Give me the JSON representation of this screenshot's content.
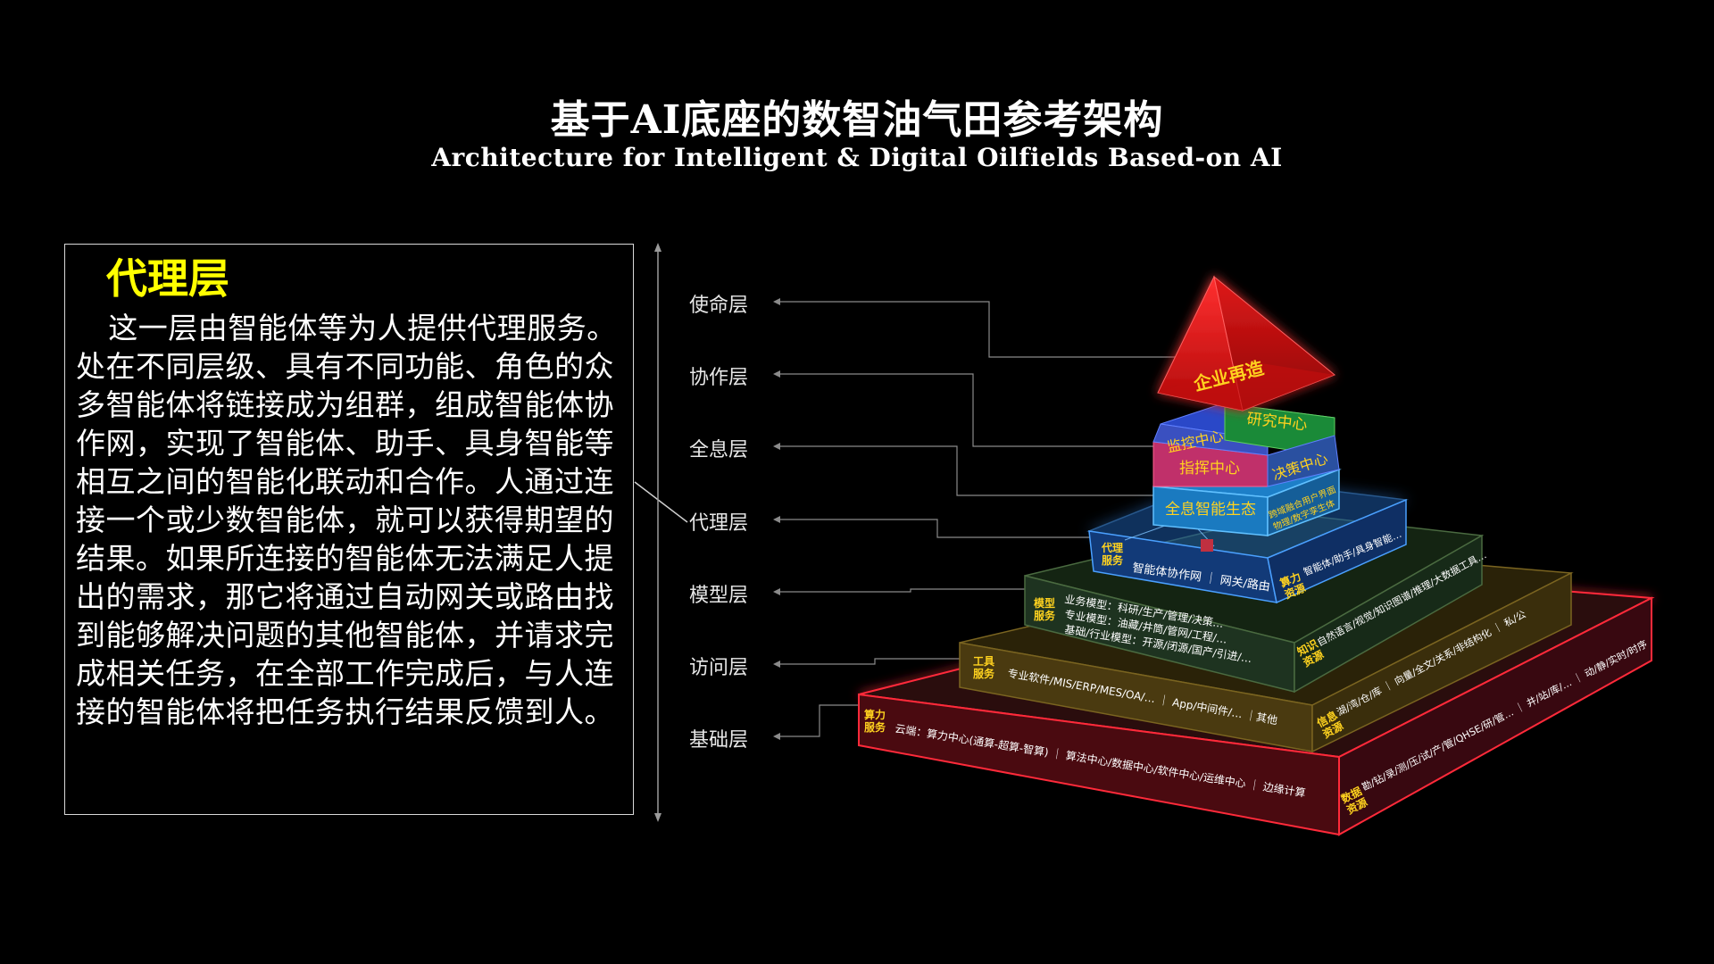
{
  "title_zh": "基于AI底座的数智油气田参考架构",
  "title_en": "Architecture for Intelligent & Digital Oilfields Based-on AI",
  "description": {
    "heading": "代理层",
    "body": "这一层由智能体等为人提供代理服务。处在不同层级、具有不同功能、角色的众多智能体将链接成为组群，组成智能体协作网，实现了智能体、助手、具身智能等相互之间的智能化联动和合作。人通过连接一个或少数智能体，就可以获得期望的结果。如果所连接的智能体无法满足人提出的需求，那它将通过自动网关或路由找到能够解决问题的其他智能体，并请求完成相关任务，在全部工作完成后，与人连接的智能体将把任务执行结果反馈到人。"
  },
  "layers": [
    "使命层",
    "协作层",
    "全息层",
    "代理层",
    "模型层",
    "访问层",
    "基础层"
  ],
  "pyramid": {
    "apex": "企业再造",
    "collab": [
      "监控中心",
      "研究中心",
      "指挥中心",
      "决策中心"
    ],
    "holo": [
      "全息智能生态",
      "物理/数字孪生体",
      "跨域融合用户界面"
    ],
    "agent_tag": "代理\n服务",
    "agent_text": "智能体协作网 ｜ 网关/路由",
    "compute_tag": "算力\n资源",
    "compute_text": "智能体/助手/具身智能…",
    "model_tag": "模型\n服务",
    "model_lines": [
      "业务模型：科研/生产/管理/决策…",
      "专业模型：油藏/井筒/管网/工程/…",
      "基础/行业模型：开源/闭源/国产/引进/…"
    ],
    "knowledge_tag": "知识\n资源",
    "knowledge_text": "自然语言/视觉/知识图谱/推理/大数据工具…",
    "tool_tag": "工具\n服务",
    "tool_text": "专业软件/MIS/ERP/MES/OA/… ｜ App/中间件/… ｜其他",
    "info_tag": "信息\n资源",
    "info_text": "湖/湾/仓/库 ｜ 向量/全文/关系/非结构化 ｜ 私/公",
    "infra_tag": "算力\n服务",
    "infra_text": "云端：算力中心(通算-超算-智算) ｜ 算法中心/数据中心/软件中心/运维中心 ｜ 边缘计算",
    "data_tag": "数据\n资源",
    "data_text": "勘/钻/录/测/压/试/产/管/QHSE/研/管… ｜ 井/站/库/… ｜ 动/静/实时/时序"
  },
  "colors": {
    "apex": "#e01010",
    "accent_yellow": "#ffff00",
    "collab_top": "#2a48c8",
    "holo": "#1a86c8",
    "agent": "#1a4a8a",
    "model": "#1a3320",
    "tool": "#4a3a10",
    "infra": "#3a0a0e",
    "tag": "#ffd21f"
  }
}
